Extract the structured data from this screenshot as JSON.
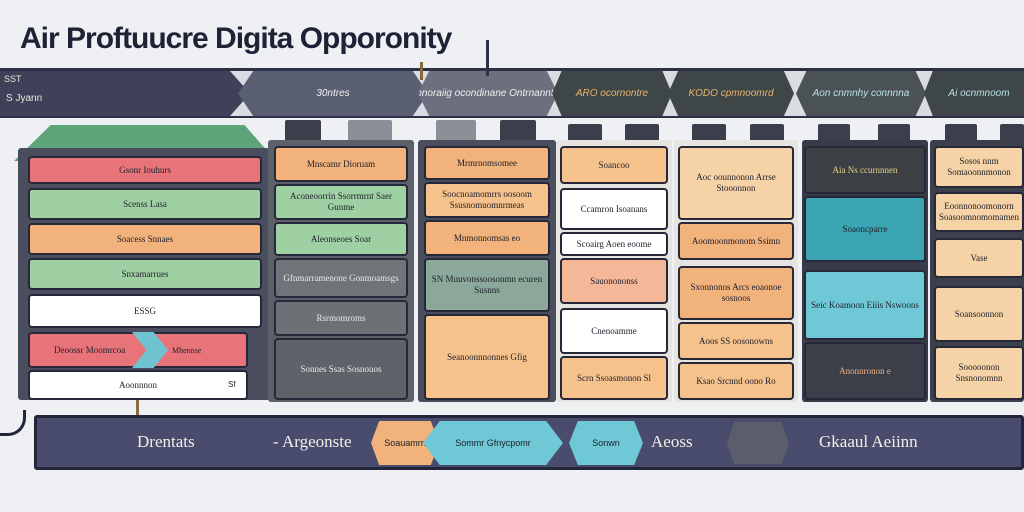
{
  "title": "Air Proftuucre Digita Opporonity",
  "top_bar": {
    "left_label_1": "SST",
    "left_label_2": "S Jyann",
    "hex_labels": [
      "30ntres",
      "Anonoraiig ocondinane Ontrnanntisen",
      "ARO ocornontre",
      "KODO cpmnoomrd",
      "Aon cnmnhy connnna",
      "Ai ocnmnoom"
    ]
  },
  "columns": [
    {
      "items": [
        "Gsonr Iouhurs",
        "Scenss Lasa",
        "Soacess Snnaes",
        "Snxamarrues",
        "ESSG",
        "Deoossr Moomrcoa",
        "Aoonnnon"
      ],
      "side_labels": [
        "Mhennse",
        "Sf"
      ]
    },
    {
      "items": [
        "Mnscamr Dioruam",
        "Aconeoorrin Ssorrmrnt  Saer Gunme",
        "Aleonseoes Soar",
        "Gfnmarramenone Gonmoamsgs",
        "Rsrmomroms",
        "Sonnes Ssas Sosnouos"
      ]
    },
    {
      "items": [
        "Mrmrnomsomee",
        "Soocnoamomrrs oosoom Ssusnomuomnrmeas",
        "Mnmonnomsas eo",
        "SN Muuvonssoosonmn ecuren Susnns",
        "Seanoonnnonnes Gfig"
      ]
    },
    {
      "items": [
        "Soancoo",
        "Ccamron Isoanans",
        "Scoairg Aoen eoome",
        "Sauonononss",
        "Cnenoamme",
        "Scrn Ssoasmonon Sl"
      ]
    },
    {
      "items": [
        "Aoc oounnonon Arrse Stooonnon",
        "Aoomoonmonom Ssimn",
        "Sxonnonos Arcs eoaonoe sosnoos",
        "Aoos SS oosonowns",
        "Ksao Srcnnd oono Ro"
      ]
    },
    {
      "items": [
        "Aia Ns ccurnnnen",
        "Soaoncparre",
        "Seic Koamoon Eiiis Nswoons",
        "Anonnronon e"
      ]
    },
    {
      "items": [
        "Sosos nnm Somaoonnmonon",
        "Eoonnonoomonorn Soasoomnomomamen",
        "Vase",
        "Soansoonnon",
        "Sooooonon Snsnonomnn"
      ]
    }
  ],
  "bottom_bar": {
    "labels": [
      "Drentats",
      "- Argeonste",
      "Aeoss",
      "Gkaaul Aeiinn"
    ],
    "hex_labels": [
      "Soauamrn",
      "Sommr Gfnycpomr",
      "Sonwn"
    ]
  }
}
